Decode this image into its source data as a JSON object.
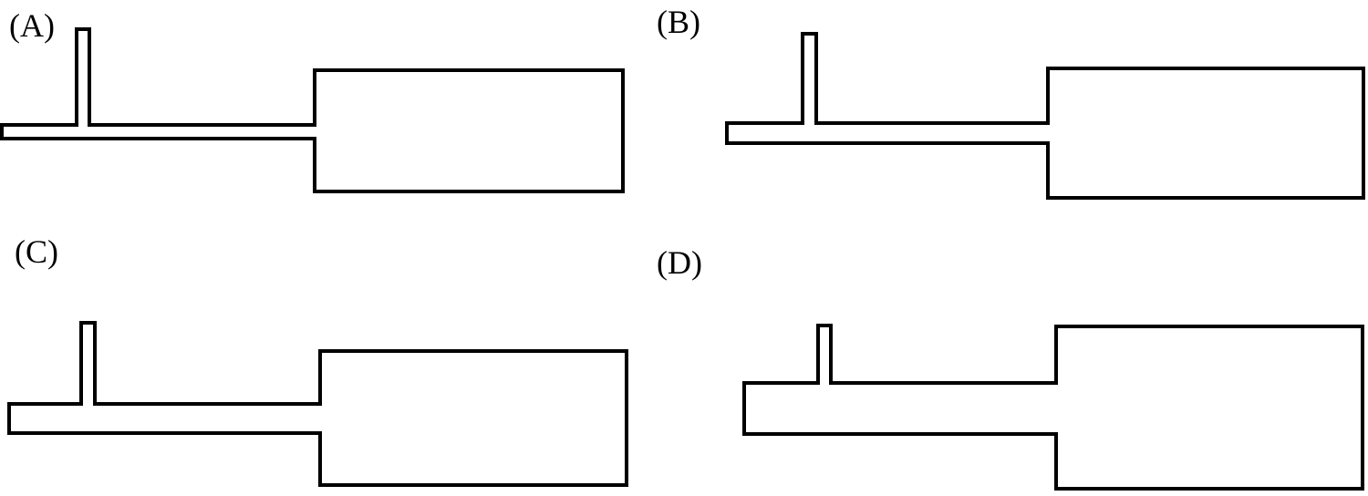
{
  "panels": [
    {
      "id": "A",
      "label": "(A)"
    },
    {
      "id": "B",
      "label": "(B)"
    },
    {
      "id": "C",
      "label": "(C)"
    },
    {
      "id": "D",
      "label": "(D)"
    }
  ],
  "colors": {
    "stroke": "#000000",
    "background": "#ffffff"
  }
}
